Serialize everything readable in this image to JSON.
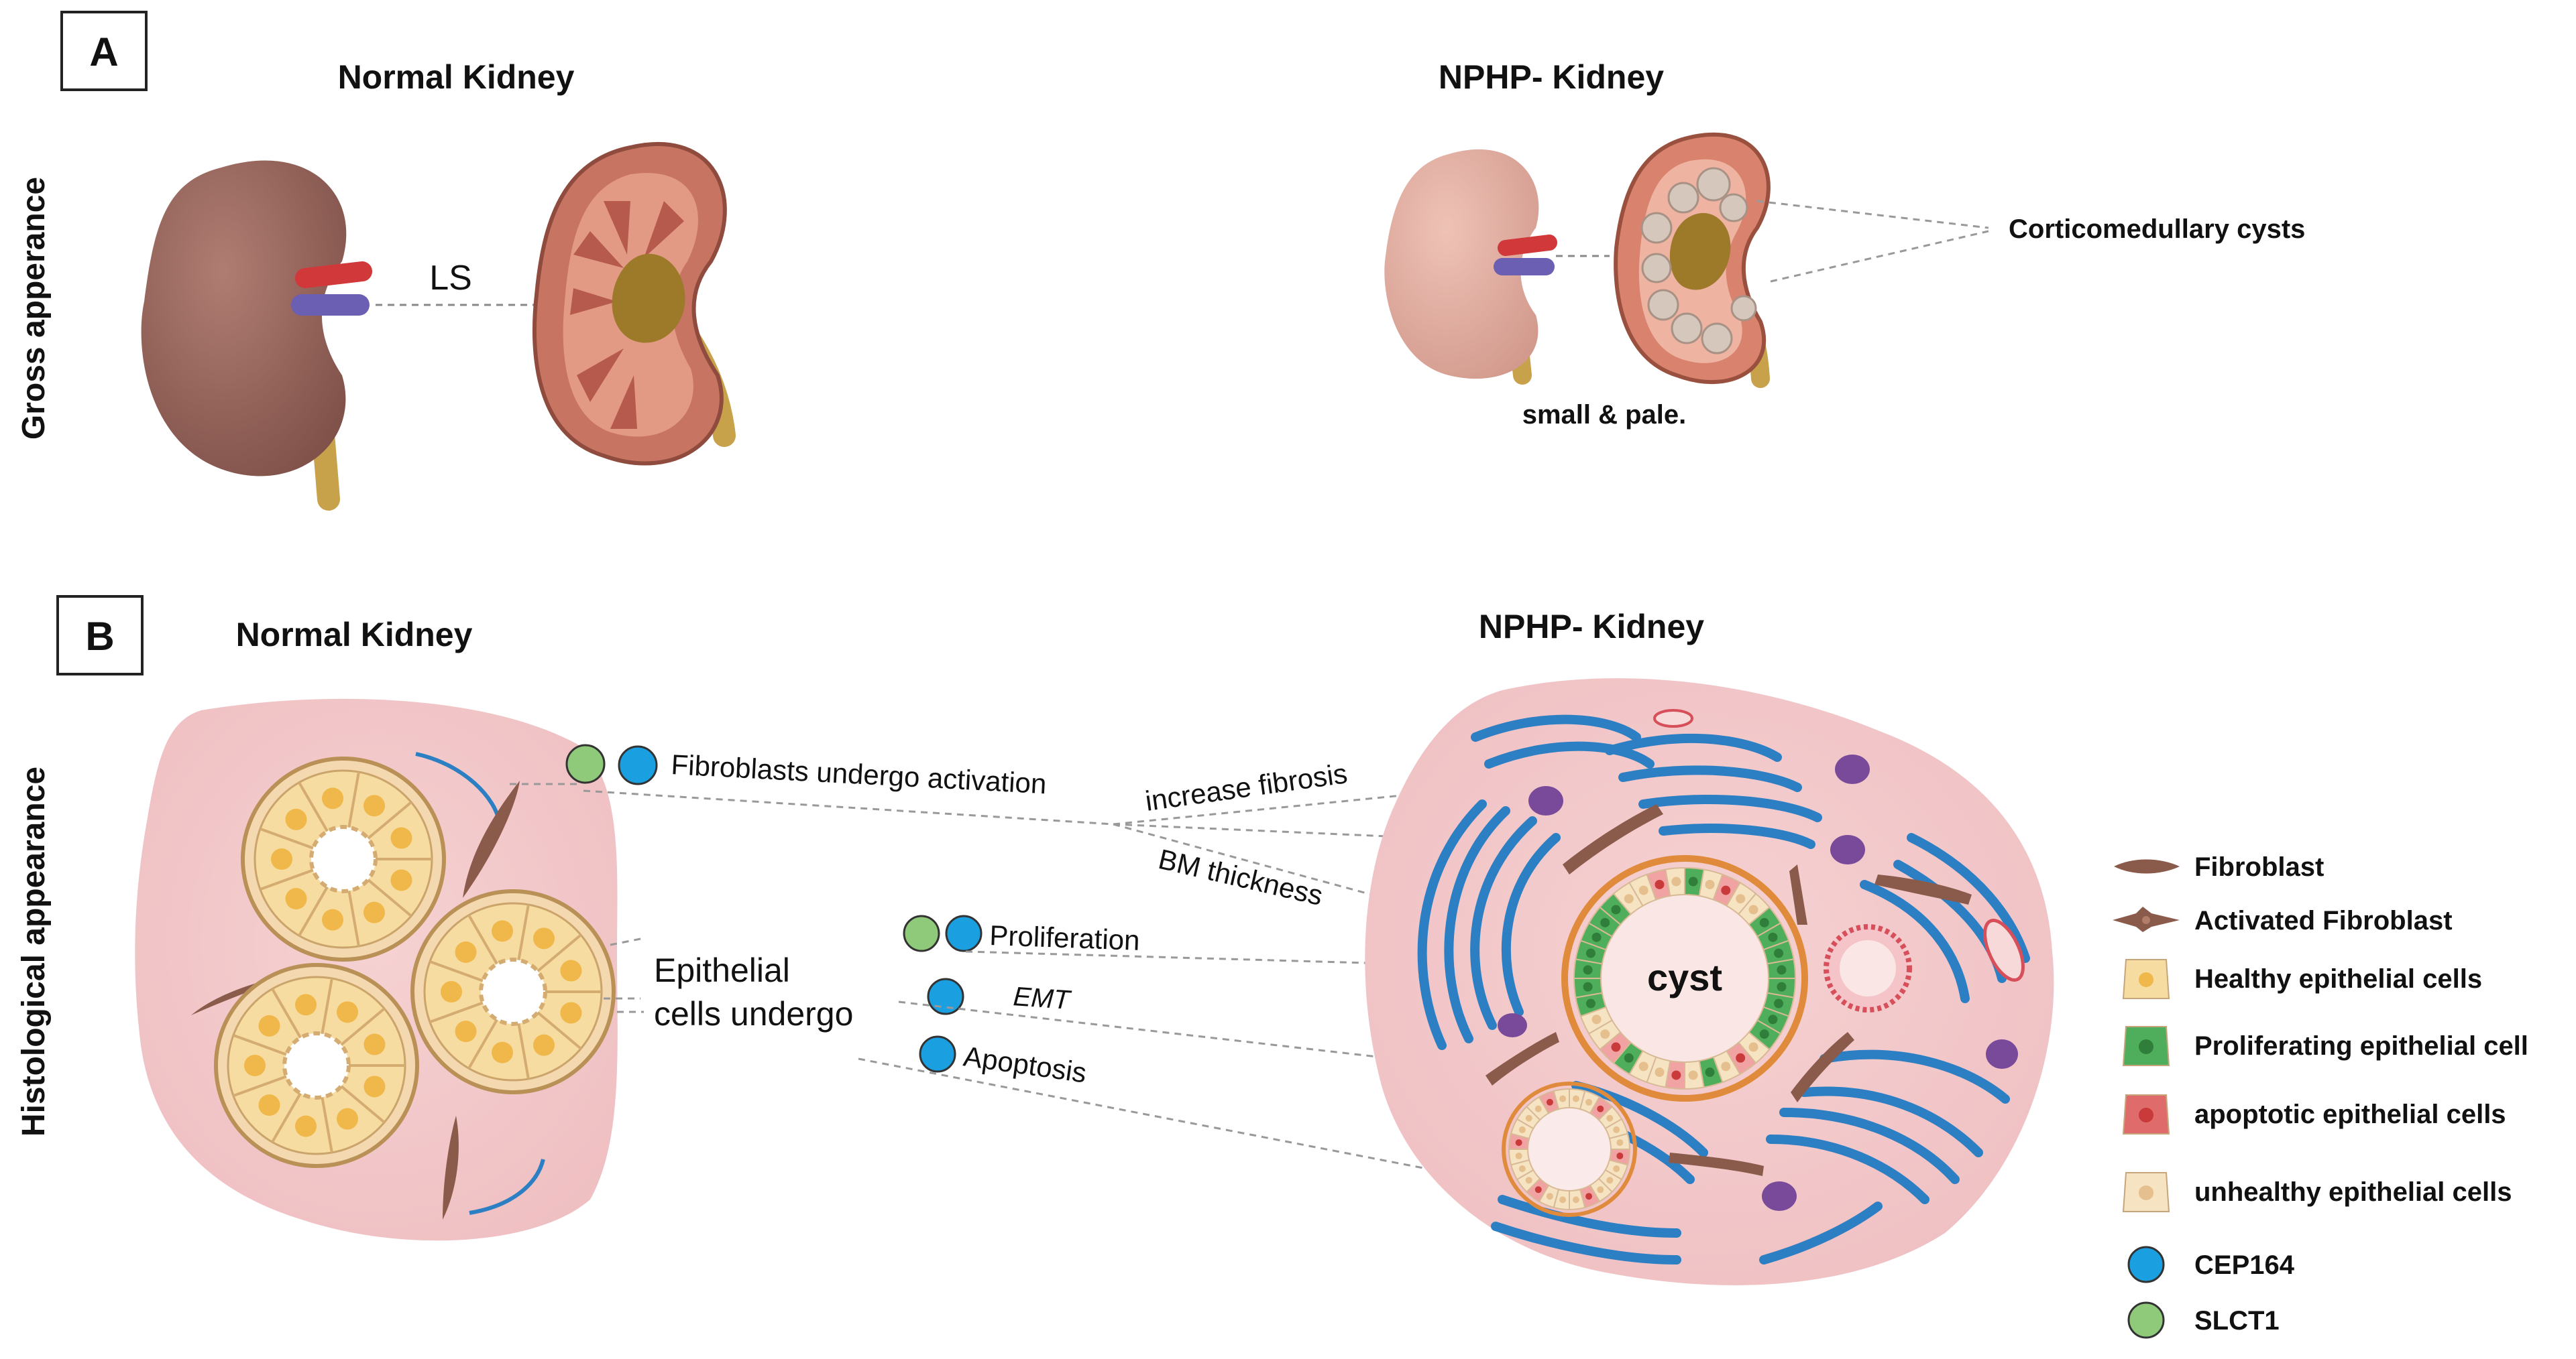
{
  "panel_a": {
    "letter": "A",
    "side_label": "Gross apperance",
    "normal_title": "Normal Kidney",
    "npph_title": "NPHP- Kidney",
    "ls_label": "LS",
    "cysts_label": "Corticomedullary cysts",
    "small_pale_label": "small & pale."
  },
  "panel_b": {
    "letter": "B",
    "side_label": "Histological  appearance",
    "normal_title": "Normal Kidney",
    "npph_title": "NPHP- Kidney",
    "fibro_activation": "Fibroblasts undergo activation",
    "increase_fibrosis": "increase fibrosis",
    "bm_thickness": "BM thickness",
    "epithelial_line1": "Epithelial",
    "epithelial_line2": "cells undergo",
    "proliferation": "Proliferation",
    "emt": "EMT",
    "apoptosis": "Apoptosis",
    "cyst": "cyst"
  },
  "legend": [
    {
      "label": "Fibroblast",
      "icon": "fibroblast-icon"
    },
    {
      "label": "Activated Fibroblast",
      "icon": "activated-fibroblast-icon"
    },
    {
      "label": "Healthy epithelial cells",
      "icon": "healthy-cell-icon"
    },
    {
      "label": "Proliferating epithelial cell",
      "icon": "proliferating-cell-icon"
    },
    {
      "label": "apoptotic epithelial cells",
      "icon": "apoptotic-cell-icon"
    },
    {
      "label": "unhealthy epithelial cells",
      "icon": "unhealthy-cell-icon"
    },
    {
      "label": "CEP164",
      "icon": "cep164-dot-icon"
    },
    {
      "label": "SLCT1",
      "icon": "slct1-dot-icon"
    }
  ],
  "colors": {
    "tissue": "#f2c6c8",
    "tissue_edge": "#e7aab0",
    "fiber": "#2d7fc4",
    "fibroblast": "#8a5a4a",
    "healthy_cell": "#f6dca0",
    "healthy_nucleus": "#f0b84a",
    "proliferating": "#4fae5b",
    "apoptotic": "#e06b6b",
    "unhealthy": "#f5e3c2",
    "cep164": "#1a9fe0",
    "slct1": "#8fc97a",
    "kidney_normal": "#9b6a61",
    "kidney_pale": "#d9a89e",
    "ureter": "#c8a24a"
  }
}
